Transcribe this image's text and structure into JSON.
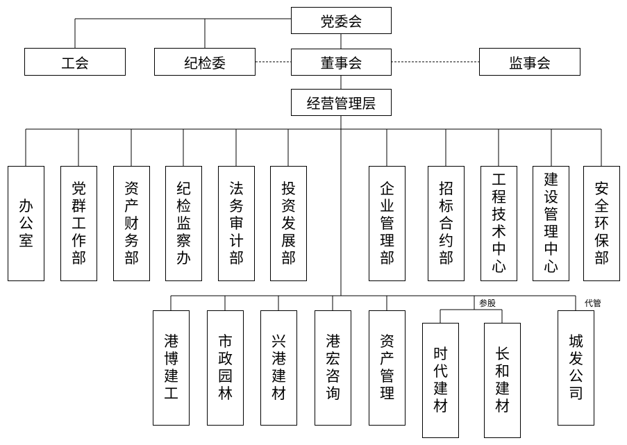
{
  "top": {
    "party_committee": "党委会",
    "labor_union": "工会",
    "discipline_committee": "纪检委",
    "board": "董事会",
    "supervisory_board": "监事会",
    "management": "经营管理层"
  },
  "departments": [
    {
      "label": "办公室"
    },
    {
      "label": "党群工作部"
    },
    {
      "label": "资产财务部"
    },
    {
      "label": "纪检监察办"
    },
    {
      "label": "法务审计部"
    },
    {
      "label": "投资发展部"
    },
    {
      "label": "企业管理部"
    },
    {
      "label": "招标合约部"
    },
    {
      "label": "工程技术中心"
    },
    {
      "label": "建设管理中心"
    },
    {
      "label": "安全环保部"
    }
  ],
  "subsidiaries": [
    {
      "label": "港博建工"
    },
    {
      "label": "市政园林"
    },
    {
      "label": "兴港建材"
    },
    {
      "label": "港宏咨询"
    },
    {
      "label": "资产管理"
    }
  ],
  "equity_group": {
    "label": "参股",
    "members": [
      {
        "label": "时代建材"
      },
      {
        "label": "长和建材"
      }
    ]
  },
  "managed_group": {
    "label": "代管",
    "members": [
      {
        "label": "城发公司"
      }
    ]
  }
}
